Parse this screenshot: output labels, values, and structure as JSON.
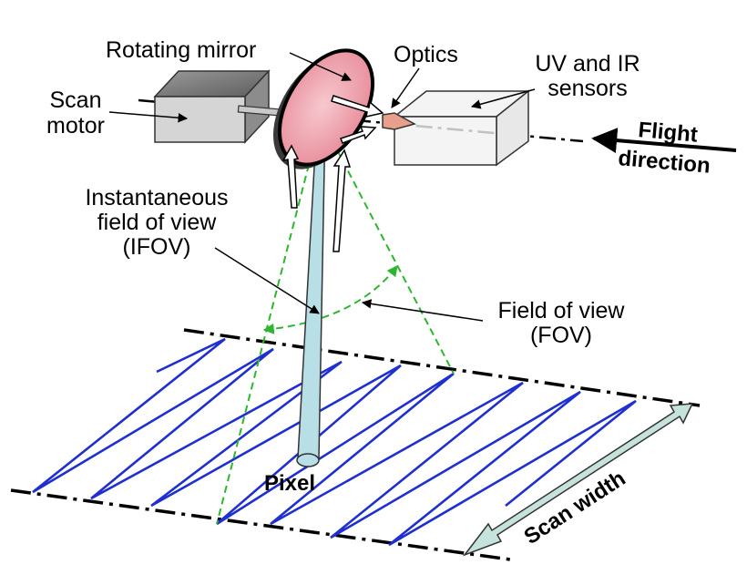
{
  "labels": {
    "rotating_mirror": "Rotating mirror",
    "optics": "Optics",
    "scan_motor_line1": "Scan",
    "scan_motor_line2": "motor",
    "sensors_line1": "UV and IR",
    "sensors_line2": "sensors",
    "flight_line1": "Flight",
    "flight_line2": "direction",
    "ifov_line1": "Instantaneous",
    "ifov_line2": "field of view",
    "ifov_line3": "(IFOV)",
    "fov_line1": "Field of view",
    "fov_line2": "(FOV)",
    "pixel": "Pixel",
    "scan_width": "Scan width"
  },
  "colors": {
    "scan_lines": "#1f2fd0",
    "fov_lines": "#2fb52f",
    "ifov_beam": "#b9dfe6",
    "mirror": "#f2a8b2",
    "swath_arrow": "#c6e2dd",
    "optics": "#e8a08c"
  }
}
